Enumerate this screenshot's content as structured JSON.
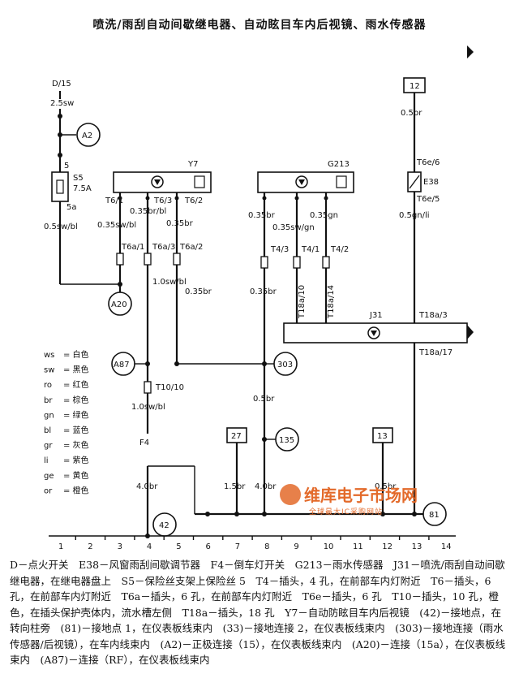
{
  "title": "喷洗/雨刮自动间歇继电器、自动眩目车内后视镜、雨水传感器",
  "labels": {
    "d15": "D/15",
    "wire_25sw": "2.5sw",
    "a2": "A2",
    "n5": "5",
    "s5": "S5",
    "s5_amp": "7.5A",
    "n5a": "5a",
    "w05swbl": "0.5sw/bl",
    "a20": "A20",
    "y7": "Y7",
    "g213": "G213",
    "n12": "12",
    "w05br_top": "0.5br",
    "t6e6": "T6e/6",
    "e38": "E38",
    "t6e5": "T6e/5",
    "w05gnli": "0.5gn/li",
    "t61": "T6/1",
    "t63": "T6/3",
    "t62": "T6/2",
    "w035swbl": "0.35sw/bl",
    "w035brbl": "0.35br/bl",
    "w035br_a": "0.35br",
    "w035br_b": "0.35br",
    "w035swgn": "0.35sw/gn",
    "w035gn": "0.35gn",
    "t6a1": "T6a/1",
    "t6a3": "T6a/3",
    "t6a2": "T6a/2",
    "t43": "T4/3",
    "t41": "T4/1",
    "t42": "T4/2",
    "w10swbl": "1.0sw/bl",
    "w035br_c": "0.35br",
    "w035br_d": "0.35br",
    "t18a10": "T18a/10",
    "t18a14": "T18a/14",
    "j31": "J31",
    "t18a3": "T18a/3",
    "t18a17": "T18a/17",
    "a87": "A87",
    "n303": "303",
    "t1010": "T10/10",
    "w10swbl_b": "1.0sw/bl",
    "w05br_mid": "0.5br",
    "f4": "F4",
    "n27": "27",
    "n135": "135",
    "n13": "13",
    "w40br_a": "4.0br",
    "w15br": "1.5br",
    "w40br_b": "4.0br",
    "w05br_low": "0.5br",
    "n42": "42",
    "n81": "81"
  },
  "color_codes": [
    {
      "code": "ws",
      "name": "白色"
    },
    {
      "code": "sw",
      "name": "黑色"
    },
    {
      "code": "ro",
      "name": "红色"
    },
    {
      "code": "br",
      "name": "棕色"
    },
    {
      "code": "gn",
      "name": "绿色"
    },
    {
      "code": "bl",
      "name": "蓝色"
    },
    {
      "code": "gr",
      "name": "灰色"
    },
    {
      "code": "li",
      "name": "紫色"
    },
    {
      "code": "ge",
      "name": "黄色"
    },
    {
      "code": "or",
      "name": "橙色"
    }
  ],
  "axis_numbers": [
    "1",
    "2",
    "3",
    "4",
    "5",
    "6",
    "7",
    "8",
    "9",
    "10",
    "11",
    "12",
    "13",
    "14"
  ],
  "legend": "D－点火开关　E38－风窗雨刮间歇调节器　F4－倒车灯开关　G213－雨水传感器　J31－喷洗/雨刮自动间歇继电器，在继电器盘上　S5－保险丝支架上保险丝 5　T4－插头，4 孔，在前部车内灯附近　T6－插头，6 孔，在前部车内灯附近　T6a－插头，6 孔，在前部车内灯附近　T6e－插头，6 孔　T10－插头，10 孔，橙色，在插头保护壳体内，流水槽左侧　T18a－插头，18 孔　Y7－自动防眩目车内后视镜　(42)－接地点，在转向柱旁　(81)－接地点 1，在仪表板线束内　(33)－接地连接 2，在仪表板线束内　(303)－接地连接（雨水传感器/后视镜），在车内线束内　(A2)－正极连接（15），在仪表板线束内　(A20)－连接（15a），在仪表板线束内　(A87)－连接（RF），在仪表板线束内",
  "watermark": {
    "main": "维库电子市场网",
    "sub": "全球最大IC采购网站"
  }
}
